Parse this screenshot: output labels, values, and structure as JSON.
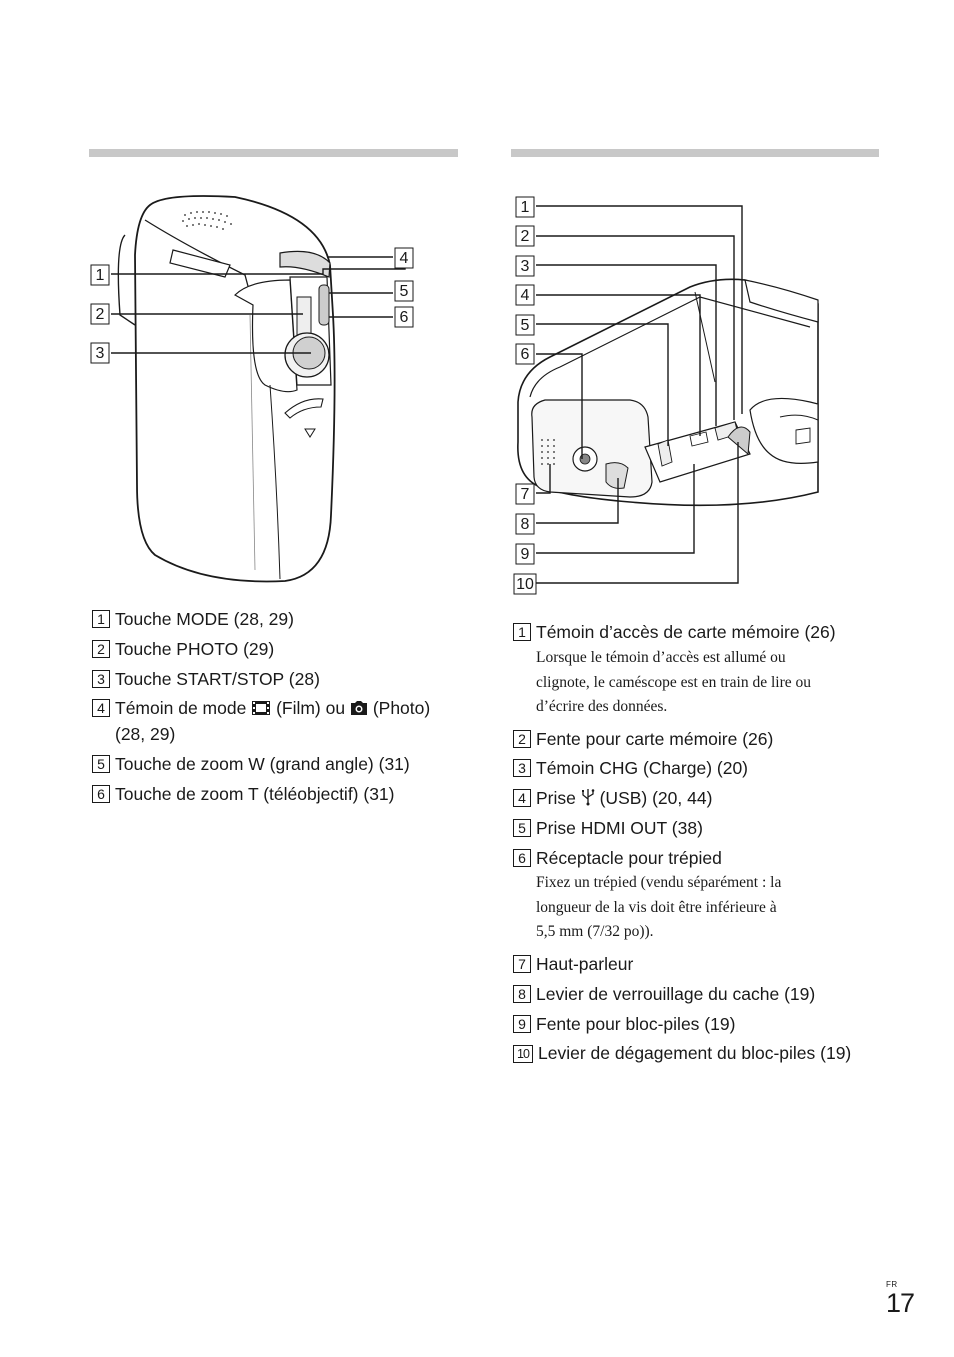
{
  "left": {
    "callouts": [
      "1",
      "2",
      "3",
      "4",
      "5",
      "6"
    ],
    "items": [
      {
        "num": "1",
        "text": "Touche MODE (28, 29)"
      },
      {
        "num": "2",
        "text": "Touche PHOTO (29)"
      },
      {
        "num": "3",
        "text": "Touche START/STOP (28)"
      },
      {
        "num": "4",
        "before": "Témoin de mode ",
        "film": "(Film) ou ",
        "photo": "(Photo)",
        "line2": "(28, 29)"
      },
      {
        "num": "5",
        "text": "Touche de zoom W (grand angle) (31)"
      },
      {
        "num": "6",
        "text": "Touche de zoom T (téléobjectif) (31)"
      }
    ]
  },
  "right": {
    "callouts": [
      "1",
      "2",
      "3",
      "4",
      "5",
      "6",
      "7",
      "8",
      "9",
      "10"
    ],
    "items": [
      {
        "num": "1",
        "text": "Témoin d’accès de carte mémoire (26)",
        "sub": [
          "Lorsque le témoin d’accès est allumé ou",
          "clignote, le caméscope est en train de lire ou",
          "d’écrire des données."
        ]
      },
      {
        "num": "2",
        "text": "Fente pour carte mémoire (26)"
      },
      {
        "num": "3",
        "text": "Témoin CHG (Charge) (20)"
      },
      {
        "num": "4",
        "before": "Prise ",
        "after": "(USB) (20, 44)"
      },
      {
        "num": "5",
        "text": "Prise HDMI OUT (38)"
      },
      {
        "num": "6",
        "text": "Réceptacle pour trépied",
        "sub": [
          "Fixez un trépied (vendu séparément : la",
          "longueur de la vis doit être inférieure à",
          "5,5 mm (7/32 po))."
        ]
      },
      {
        "num": "7",
        "text": "Haut-parleur"
      },
      {
        "num": "8",
        "text": "Levier de verrouillage du cache (19)"
      },
      {
        "num": "9",
        "text": "Fente pour bloc-piles (19)"
      },
      {
        "num": "10",
        "text": "Levier de dégagement du bloc-piles (19)"
      }
    ]
  },
  "icons": {
    "film": "film-icon",
    "photo": "camera-icon",
    "usb": "usb-icon"
  },
  "footer": {
    "lang": "FR",
    "page": "17"
  }
}
